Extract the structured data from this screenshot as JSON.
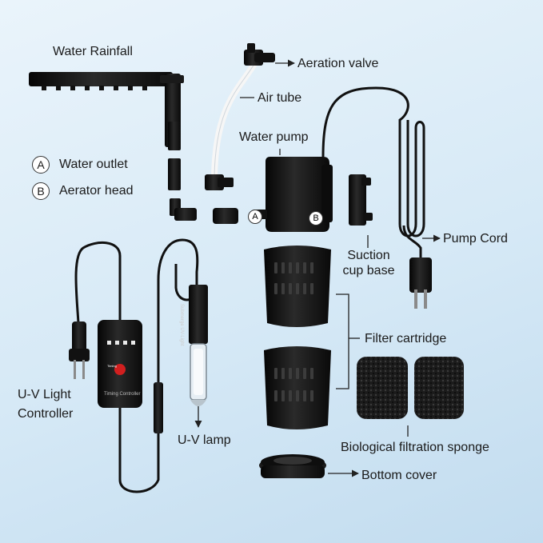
{
  "labels": {
    "water_rainfall": "Water Rainfall",
    "aeration_valve": "Aeration valve",
    "air_tube": "Air tube",
    "water_pump": "Water pump",
    "pump_cord": "Pump Cord",
    "suction_cup_base_line1": "Suction",
    "suction_cup_base_line2": "cup base",
    "filter_cartridge": "Filter cartridge",
    "uv_controller_line1": "U-V Light",
    "uv_controller_line2": "Controller",
    "uv_lamp": "U-V lamp",
    "bio_sponge": "Biological filtration sponge",
    "bottom_cover": "Bottom cover"
  },
  "legend": [
    {
      "key": "A",
      "text": "Water outlet"
    },
    {
      "key": "B",
      "text": "Aerator head"
    }
  ],
  "markers": {
    "outlet": "A",
    "aerator": "B"
  },
  "controller_text": {
    "button": "Timing",
    "footer": "Timing Controller"
  },
  "lamp_text": "Submerge UV-Light",
  "colors": {
    "background": "#d6e9f6",
    "part": "#151515",
    "tube": "#ffffff",
    "text": "#1a1a1a"
  }
}
